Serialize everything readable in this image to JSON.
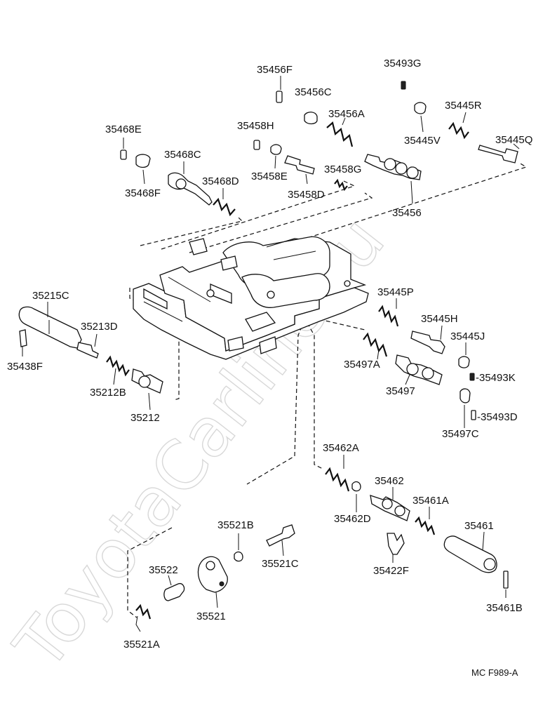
{
  "watermark": "ToyotaCarline.ru",
  "figure_code": "MC  F989-A",
  "labels": [
    {
      "id": "35456F",
      "text": "35456F"
    },
    {
      "id": "35493G",
      "text": "35493G"
    },
    {
      "id": "35456C",
      "text": "35456C"
    },
    {
      "id": "35445R",
      "text": "35445R"
    },
    {
      "id": "35456A",
      "text": "35456A"
    },
    {
      "id": "35468E",
      "text": "35468E"
    },
    {
      "id": "35458H",
      "text": "35458H"
    },
    {
      "id": "35445V",
      "text": "35445V"
    },
    {
      "id": "35445Q",
      "text": "35445Q"
    },
    {
      "id": "35468C",
      "text": "35468C"
    },
    {
      "id": "35458E",
      "text": "35458E"
    },
    {
      "id": "35458G",
      "text": "35458G"
    },
    {
      "id": "35468D",
      "text": "35468D"
    },
    {
      "id": "35468F",
      "text": "35468F"
    },
    {
      "id": "35458D",
      "text": "35458D"
    },
    {
      "id": "35456",
      "text": "35456"
    },
    {
      "id": "35215C",
      "text": "35215C"
    },
    {
      "id": "35213D",
      "text": "35213D"
    },
    {
      "id": "35438F",
      "text": "35438F"
    },
    {
      "id": "35212B",
      "text": "35212B"
    },
    {
      "id": "35212",
      "text": "35212"
    },
    {
      "id": "35445P",
      "text": "35445P"
    },
    {
      "id": "35445H",
      "text": "35445H"
    },
    {
      "id": "35445J",
      "text": "35445J"
    },
    {
      "id": "35497A",
      "text": "35497A"
    },
    {
      "id": "35493K",
      "text": "-35493K"
    },
    {
      "id": "35497",
      "text": "35497"
    },
    {
      "id": "35493D",
      "text": "-35493D"
    },
    {
      "id": "35497C",
      "text": "35497C"
    },
    {
      "id": "35462A",
      "text": "35462A"
    },
    {
      "id": "35462",
      "text": "35462"
    },
    {
      "id": "35461A",
      "text": "35461A"
    },
    {
      "id": "35462D",
      "text": "35462D"
    },
    {
      "id": "35461",
      "text": "35461"
    },
    {
      "id": "35521B",
      "text": "35521B"
    },
    {
      "id": "35521C",
      "text": "35521C"
    },
    {
      "id": "35422F",
      "text": "35422F"
    },
    {
      "id": "35522",
      "text": "35522"
    },
    {
      "id": "35521",
      "text": "35521"
    },
    {
      "id": "35461B",
      "text": "35461B"
    },
    {
      "id": "35521A",
      "text": "35521A"
    }
  ]
}
